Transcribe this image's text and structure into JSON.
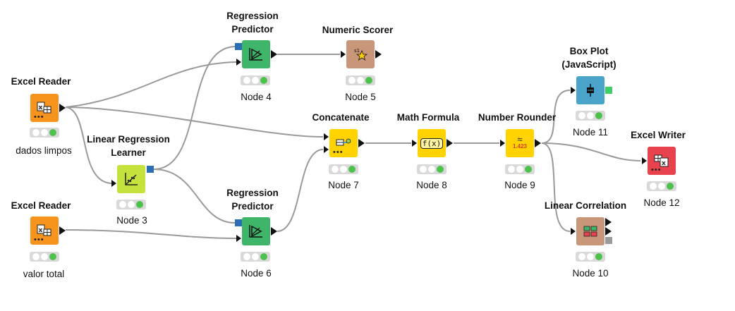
{
  "nodes": {
    "excel_reader_1": {
      "title": "Excel Reader",
      "label": "dados limpos",
      "icon": "excel-reader-icon"
    },
    "excel_reader_2": {
      "title": "Excel Reader",
      "label": "valor total",
      "icon": "excel-reader-icon"
    },
    "regression_predictor_1": {
      "title_line1": "Regression",
      "title_line2": "Predictor",
      "label": "Node 4",
      "icon": "regression-predictor-icon"
    },
    "regression_predictor_2": {
      "title_line1": "Regression",
      "title_line2": "Predictor",
      "label": "Node 6",
      "icon": "regression-predictor-icon"
    },
    "numeric_scorer": {
      "title": "Numeric Scorer",
      "label": "Node 5",
      "icon": "numeric-scorer-icon"
    },
    "linear_regression_learner": {
      "title_line1": "Linear Regression",
      "title_line2": "Learner",
      "label": "Node 3",
      "icon": "linear-regression-learner-icon"
    },
    "concatenate": {
      "title": "Concatenate",
      "label": "Node 7",
      "icon": "concatenate-icon"
    },
    "math_formula": {
      "title": "Math Formula",
      "label": "Node 8",
      "icon": "math-formula-icon",
      "glyph": "f(x)"
    },
    "number_rounder": {
      "title": "Number Rounder",
      "label": "Node 9",
      "icon": "number-rounder-icon",
      "glyph_top": "≈",
      "glyph_bottom": "1.423"
    },
    "box_plot": {
      "title_line1": "Box Plot",
      "title_line2": "(JavaScript)",
      "label": "Node 11",
      "icon": "box-plot-icon"
    },
    "excel_writer": {
      "title": "Excel Writer",
      "label": "Node 12",
      "icon": "excel-writer-icon"
    },
    "linear_correlation": {
      "title": "Linear Correlation",
      "label": "Node 10",
      "icon": "linear-correlation-icon"
    }
  },
  "colors": {
    "reader": "#f7941d",
    "predictor": "#3fb56a",
    "scorer": "#c8977a",
    "manipulator": "#ffd200",
    "view": "#4aa3c8",
    "writer": "#e8424d",
    "learner": "#c3e23c",
    "status_green": "#4cc24c",
    "model_port": "#2a6fb5"
  }
}
